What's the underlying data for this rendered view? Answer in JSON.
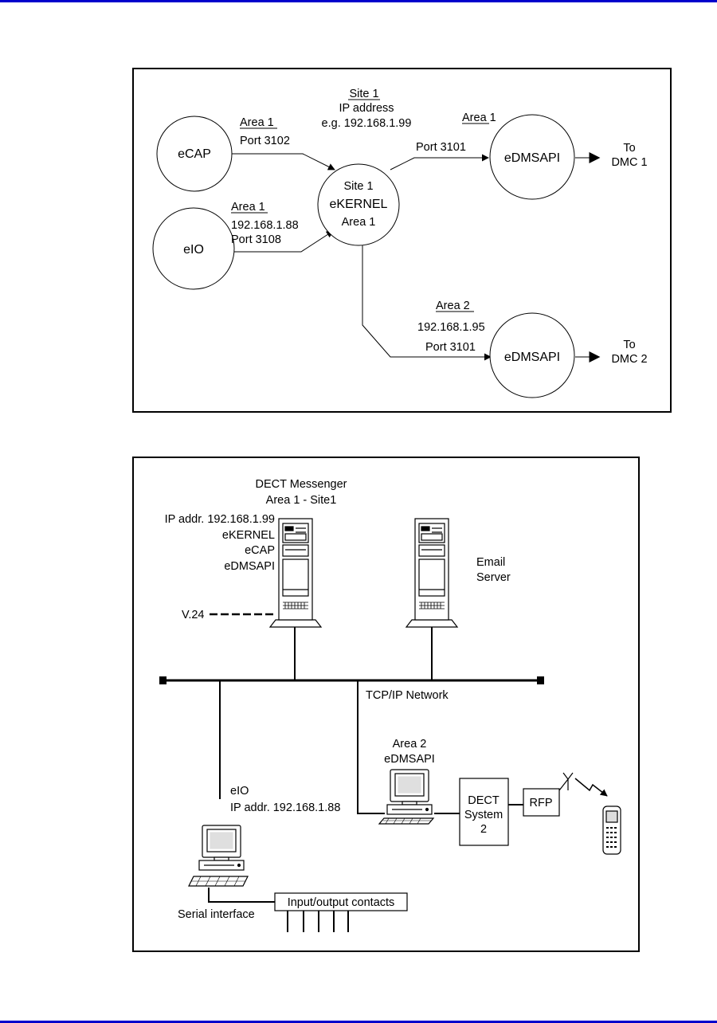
{
  "colors": {
    "rule": "#0000cc",
    "ink": "#000000",
    "frame": "#000000"
  },
  "diagram1": {
    "site_label": "Site 1",
    "site_ip_label": "IP address",
    "site_ip_example": "e.g. 192.168.1.99",
    "ecap": {
      "name": "eCAP",
      "area": "Area 1",
      "port": "Port 3102"
    },
    "eio": {
      "name": "eIO",
      "area": "Area 1",
      "ip": "192.168.1.88",
      "port": "Port 3108"
    },
    "ekernel": {
      "site": "Site 1",
      "name": "eKERNEL",
      "area": "Area 1"
    },
    "edmsapi1": {
      "name": "eDMSAPI",
      "area": "Area 1",
      "port": "Port 3101",
      "to": "To",
      "dest": "DMC 1"
    },
    "edmsapi2": {
      "name": "eDMSAPI",
      "area": "Area 2",
      "ip": "192.168.1.95",
      "port": "Port 3101",
      "to": "To",
      "dest": "DMC 2"
    }
  },
  "diagram2": {
    "messenger": {
      "title": "DECT Messenger",
      "subtitle": "Area 1 - Site1",
      "ip": "IP addr. 192.168.1.99",
      "modules": [
        "eKERNEL",
        "eCAP",
        "eDMSAPI"
      ],
      "serial": "V.24"
    },
    "email_server": {
      "line1": "Email",
      "line2": "Server"
    },
    "network_label": "TCP/IP  Network",
    "area2": {
      "line1": "Area 2",
      "line2": "eDMSAPI"
    },
    "eio": {
      "name": "eIO",
      "ip": "IP addr. 192.168.1.88"
    },
    "dect_system": {
      "line1": "DECT",
      "line2": "System",
      "line3": "2"
    },
    "rfp": "RFP",
    "serial_interface": "Serial interface",
    "io_contacts": "Input/output contacts"
  }
}
